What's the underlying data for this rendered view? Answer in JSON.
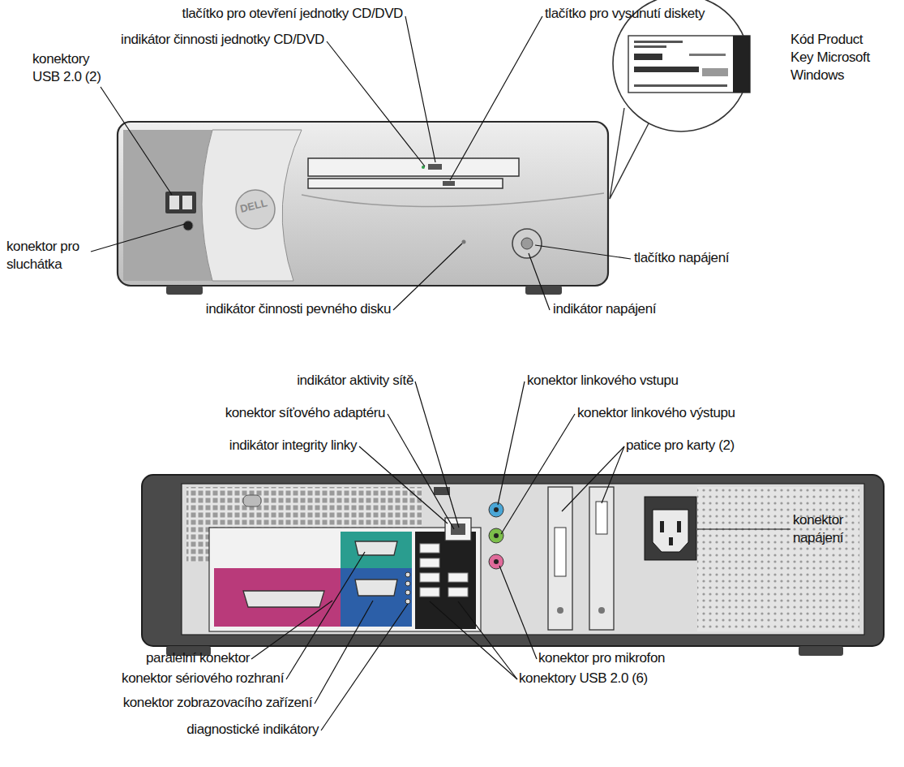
{
  "diagram": {
    "labels": [
      "tlačítko pro otevření jednotky CD/DVD",
      "indikátor činnosti jednotky CD/DVD",
      "tlačítko pro vysunutí diskety",
      "konektory USB 2.0 (2)",
      "Kód Product Key Microsoft Windows",
      "DELL",
      "konektor pro sluchátka",
      "tlačítko napájení",
      "indikátor činnosti pevného disku",
      "indikátor napájení",
      "indikátor aktivity sítě",
      "konektor linkového vstupu",
      "konektor síťového adaptéru",
      "konektor linkového výstupu",
      "indikátor integrity linky",
      "patice pro karty (2)",
      "konektor napájení",
      "paralelní konektor",
      "konektor pro mikrofon",
      "konektor sériového rozhraní",
      "konektory USB 2.0 (6)",
      "konektor zobrazovacího zařízení",
      "diagnostické indikátory"
    ]
  }
}
